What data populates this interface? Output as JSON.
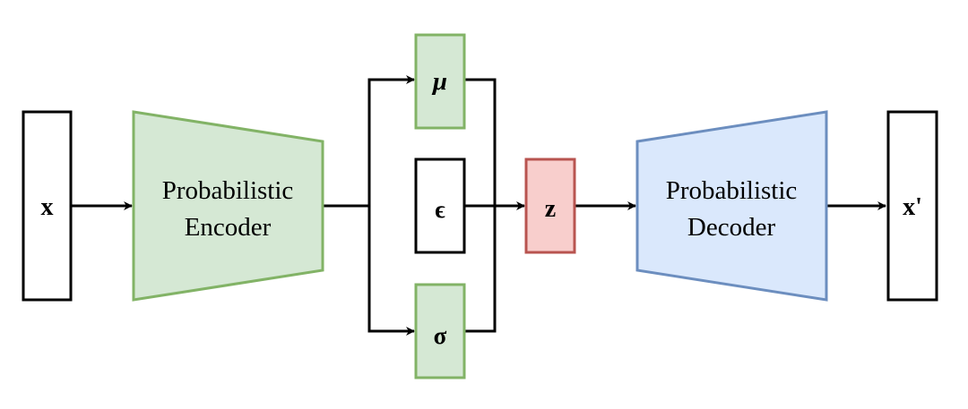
{
  "input": {
    "label": "x"
  },
  "encoder": {
    "line1": "Probabilistic",
    "line2": "Encoder"
  },
  "mu": {
    "label": "μ"
  },
  "epsilon": {
    "label": "ϵ"
  },
  "sigma": {
    "label": "σ"
  },
  "latent": {
    "label": "z"
  },
  "decoder": {
    "line1": "Probabilistic",
    "line2": "Decoder"
  },
  "output": {
    "label": "x'"
  },
  "colors": {
    "encoder_fill": "#d5e8d4",
    "encoder_stroke": "#82b366",
    "decoder_fill": "#dae8fc",
    "decoder_stroke": "#6c8ebf",
    "latent_fill": "#f8cecc",
    "latent_stroke": "#b85450",
    "line": "#000000"
  }
}
